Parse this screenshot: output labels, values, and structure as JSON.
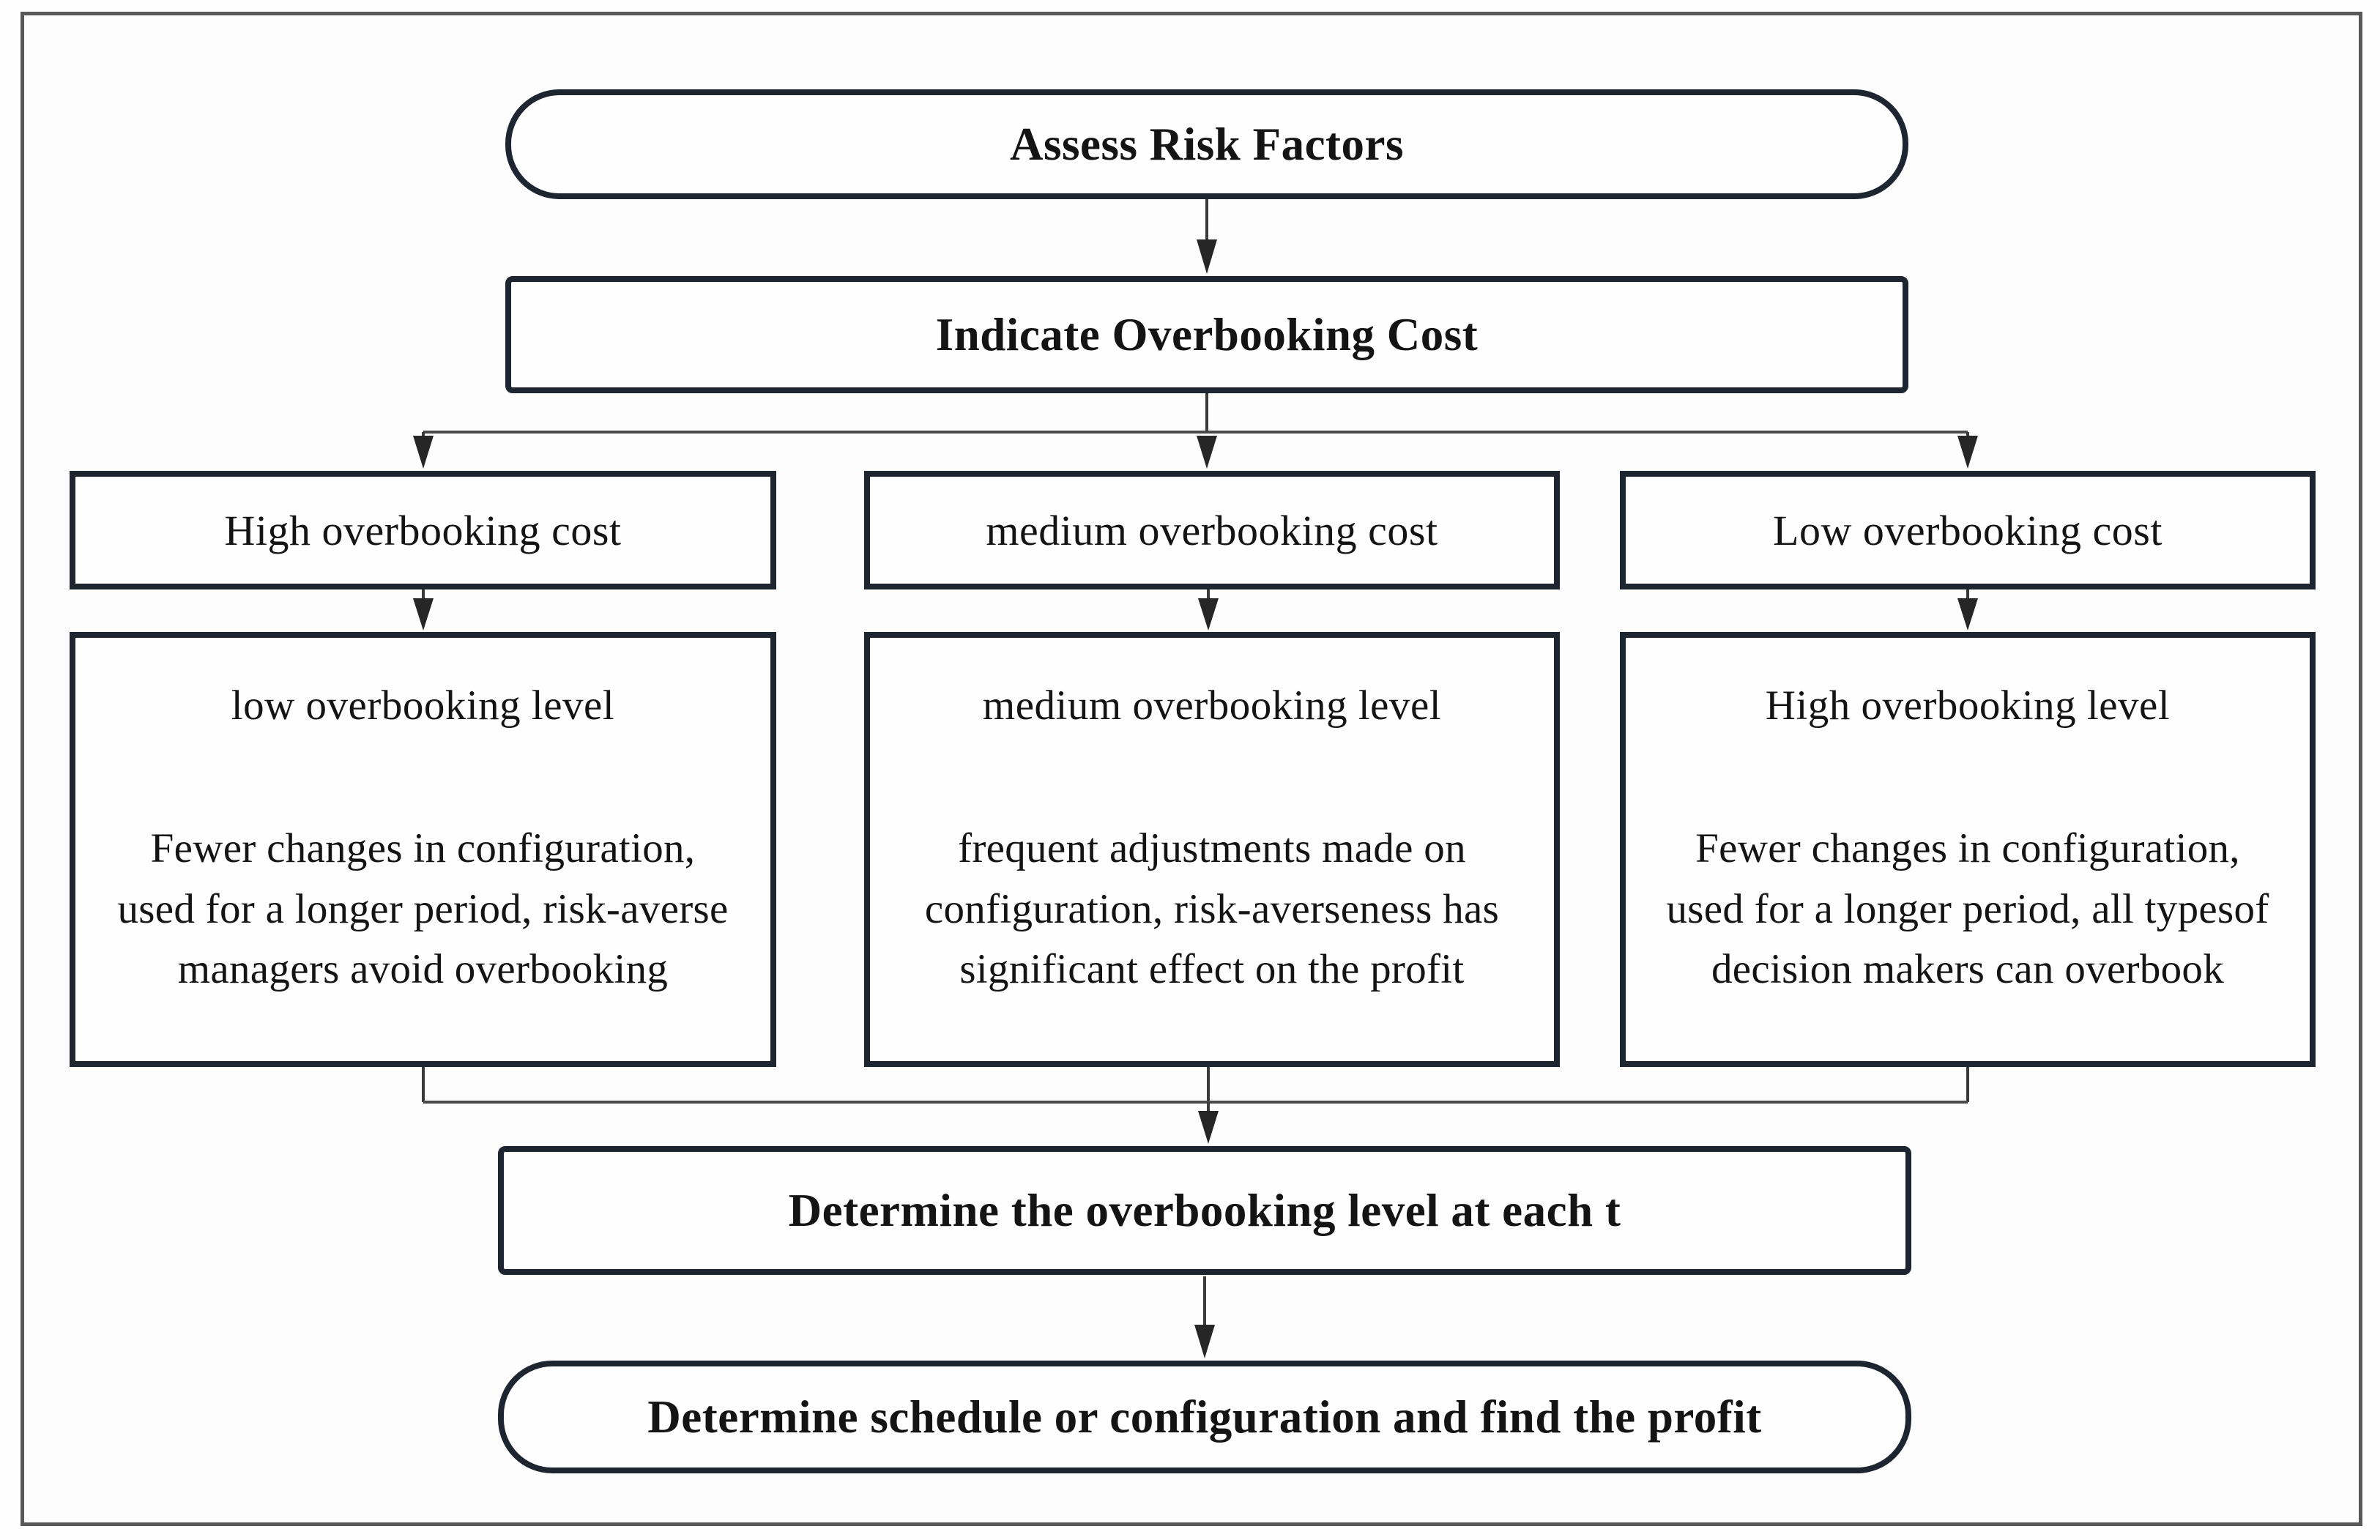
{
  "flowchart": {
    "start": {
      "label": "Assess Risk Factors"
    },
    "step_indicate": {
      "label": "Indicate Overbooking Cost"
    },
    "branches": [
      {
        "cost": {
          "label": "High overbooking cost"
        },
        "level": {
          "title": "low overbooking level",
          "body": "Fewer changes in configuration, used for a longer period, risk-averse managers avoid overbooking"
        }
      },
      {
        "cost": {
          "label": "medium overbooking cost"
        },
        "level": {
          "title": "medium overbooking level",
          "body": "frequent adjustments made on configuration, risk-averseness has significant effect on the profit"
        }
      },
      {
        "cost": {
          "label": "Low overbooking cost"
        },
        "level": {
          "title": "High overbooking level",
          "body": "Fewer changes in configuration, used for a longer period, all typesof decision makers can overbook"
        }
      }
    ],
    "step_determine_level": {
      "label": "Determine the overbooking level at each t"
    },
    "end": {
      "label": "Determine schedule or configuration and find the profit"
    }
  },
  "colors": {
    "box_border": "#1d2531",
    "connector": "#3a3a3a",
    "frame_border": "#595959",
    "background": "#fefefe",
    "text": "#141414"
  }
}
